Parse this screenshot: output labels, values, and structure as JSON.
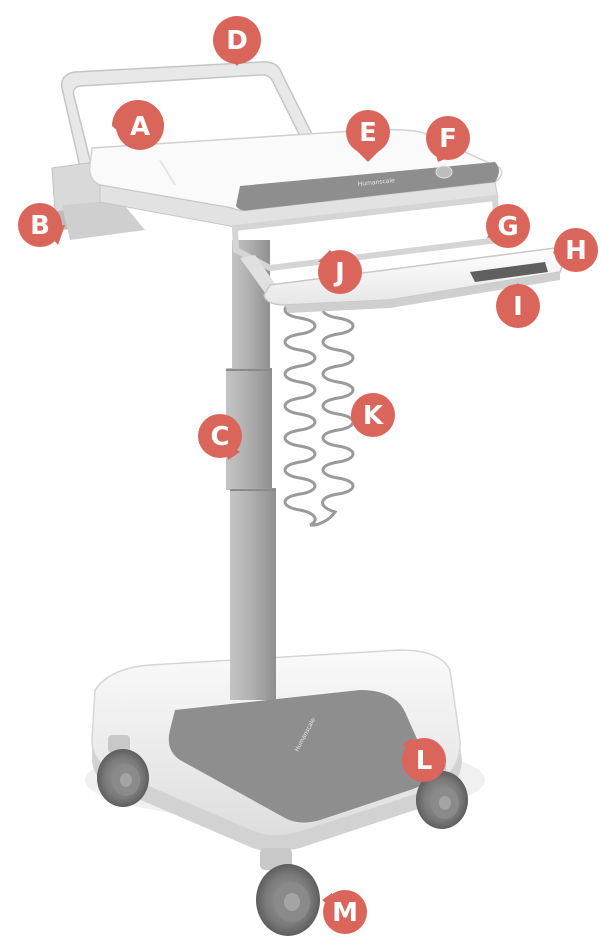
{
  "product": {
    "brand_label_top": "Humanscale",
    "brand_label_base": "Humanscale"
  },
  "callouts": [
    {
      "id": "A",
      "label": "A"
    },
    {
      "id": "B",
      "label": "B"
    },
    {
      "id": "C",
      "label": "C"
    },
    {
      "id": "D",
      "label": "D"
    },
    {
      "id": "E",
      "label": "E"
    },
    {
      "id": "F",
      "label": "F"
    },
    {
      "id": "G",
      "label": "G"
    },
    {
      "id": "H",
      "label": "H"
    },
    {
      "id": "I",
      "label": "I"
    },
    {
      "id": "J",
      "label": "J"
    },
    {
      "id": "K",
      "label": "K"
    },
    {
      "id": "L",
      "label": "L"
    },
    {
      "id": "M",
      "label": "M"
    }
  ],
  "colors": {
    "callout": "#d9655b",
    "callout_text": "#ffffff",
    "frame_white": "#f4f4f4",
    "frame_shadow": "#c9c9c9",
    "column_gray": "#a8a8a8",
    "panel_gray": "#8e8e8e",
    "dark_gray": "#6b6b6b"
  }
}
